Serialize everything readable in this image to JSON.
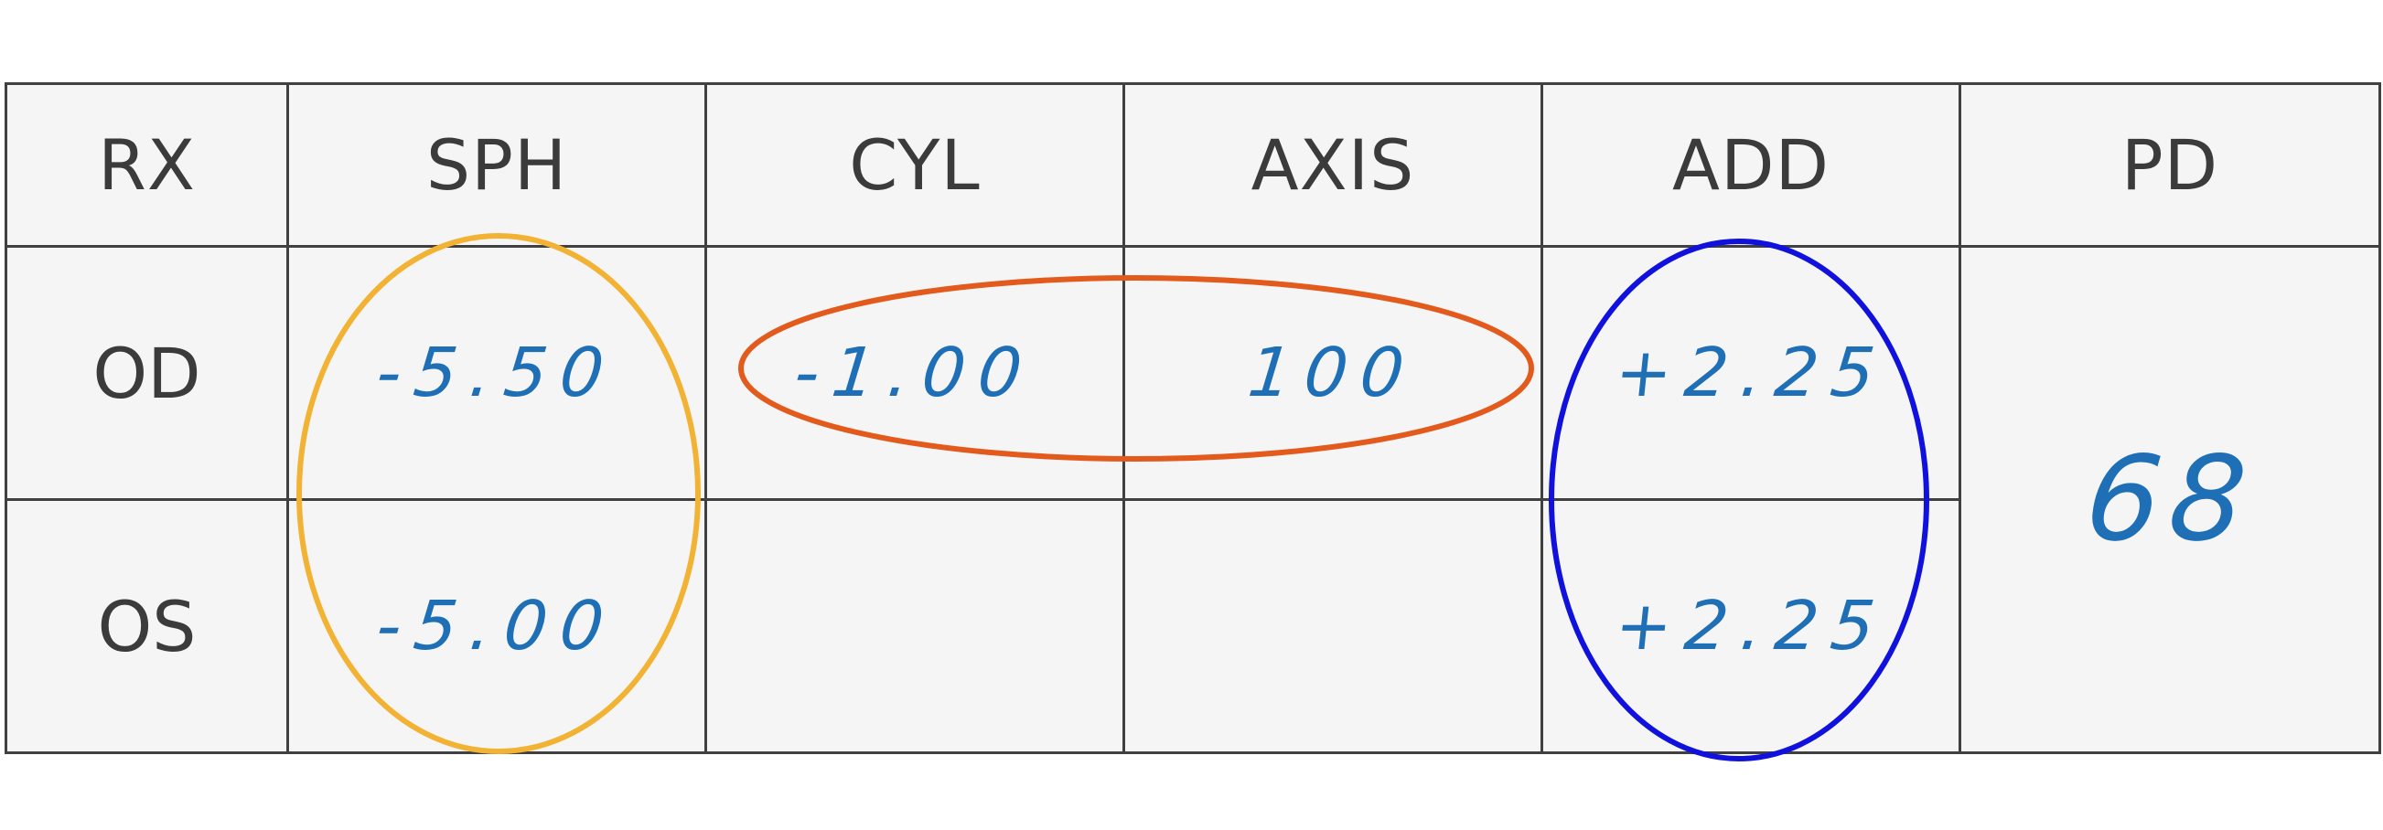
{
  "table": {
    "headers": [
      "RX",
      "SPH",
      "CYL",
      "AXIS",
      "ADD",
      "PD"
    ],
    "rows": [
      {
        "label": "OD",
        "sph": "-5.50",
        "cyl": "-1.00",
        "axis": "100",
        "add": "+2.25"
      },
      {
        "label": "OS",
        "sph": "-5.00",
        "cyl": "",
        "axis": "",
        "add": "+2.25"
      }
    ],
    "pd": "68"
  },
  "annotations": {
    "sph_circle_color": "#f2b233",
    "cyl_axis_circle_color": "#e35a1d",
    "add_circle_color": "#1111dd"
  },
  "colors": {
    "handwriting": "#1e6fb5",
    "cell_background": "#f5f5f5",
    "grid": "#404040"
  }
}
